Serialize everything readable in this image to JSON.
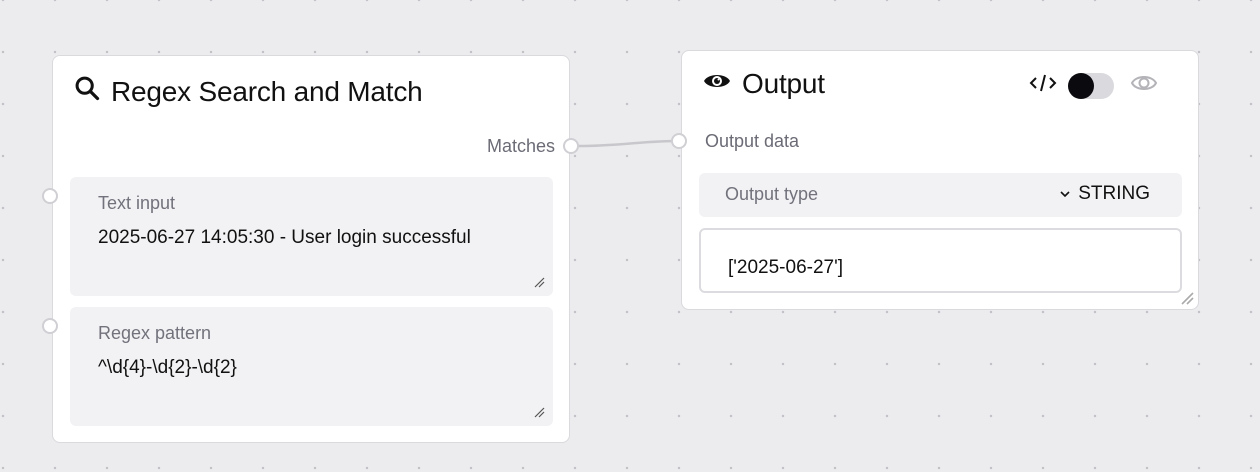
{
  "canvas": {
    "background": "#ececee",
    "dot_color": "#c2c2c8",
    "edge_color": "#c8c8cc"
  },
  "nodes": {
    "regex": {
      "icon": "search-icon",
      "title": "Regex Search and Match",
      "output_handle_label": "Matches",
      "fields": [
        {
          "label": "Text input",
          "value": "2025-06-27 14:05:30 - User login successful"
        },
        {
          "label": "Regex pattern",
          "value": "^\\d{4}-\\d{2}-\\d{2}"
        }
      ]
    },
    "output": {
      "icon": "eye-icon",
      "title": "Output",
      "controls": {
        "code_icon": "code-icon",
        "toggle_state": "off",
        "preview_icon": "eye-outline-icon"
      },
      "input_handle_label": "Output data",
      "output_type": {
        "label": "Output type",
        "value": "STRING"
      },
      "result": "['2025-06-27']"
    }
  },
  "edges": [
    {
      "from": "regex.Matches",
      "to": "output.Output data"
    }
  ]
}
